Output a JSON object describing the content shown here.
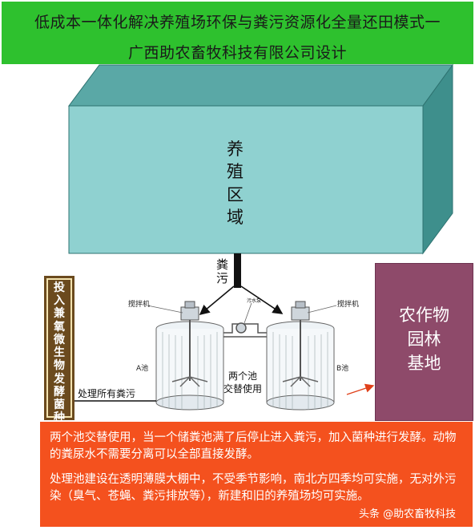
{
  "banner": {
    "line1": "低成本一体化解决养殖场环保与粪污资源化全量还田模式一",
    "line2": "广西助农畜牧科技有限公司设计"
  },
  "farm_area": {
    "chars": [
      "养",
      "殖",
      "区",
      "域"
    ]
  },
  "waste_label": {
    "chars": [
      "粪",
      "污"
    ]
  },
  "microbe": {
    "chars": [
      "投",
      "入",
      "兼",
      "氧",
      "微",
      "生",
      "物",
      "发",
      "酵",
      "菌",
      "种"
    ]
  },
  "crop": {
    "line1": "农作物",
    "line2": "园林",
    "line3": "基地"
  },
  "diagram": {
    "stirrer_left": "搅拌机",
    "stirrer_right": "搅拌机",
    "pool_a": "A池",
    "pool_b": "B池",
    "pump_label": "污水泵",
    "alternate_note_line1": "两个池",
    "alternate_note_line2": "交替使用",
    "process_all": "处理所有粪污"
  },
  "info": {
    "paragraph1": "两个池交替使用，当一个储粪池满了后停止进入粪污，加入菌种进行发酵。动物的粪尿水不需要分离可以全部直接发酵。",
    "paragraph2": "处理池建设在透明薄膜大棚中，不受季节影响，南北方四季均可实施，无对外污染（臭气、苍蝇、粪污排放等），新建和旧的养殖场均可实施。"
  },
  "watermark": "头条 @助农畜牧科技",
  "colors": {
    "banner": "#2ec12e",
    "farm_front": "#8fd1d0",
    "farm_top": "#5aa8a6",
    "farm_side": "#3e8f8c",
    "crop_box": "#8e4a6a",
    "microbe_box": "#6b4a1e",
    "info_box": "#f4511e"
  }
}
